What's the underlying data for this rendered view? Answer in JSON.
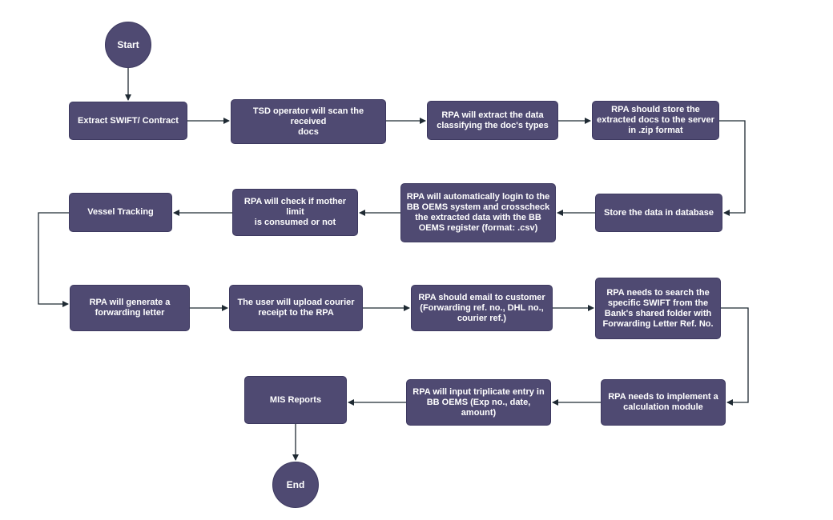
{
  "diagram": {
    "nodes": [
      {
        "id": "start",
        "label": "Start",
        "shape": "circle"
      },
      {
        "id": "extract",
        "label": "Extract SWIFT/ Contract",
        "shape": "rect"
      },
      {
        "id": "tsd",
        "label": "TSD operator will scan the received\ndocs",
        "shape": "rect"
      },
      {
        "id": "classify",
        "label": "RPA will extract the data\nclassifying the doc's types",
        "shape": "rect"
      },
      {
        "id": "store_zip",
        "label": "RPA should store the\nextracted docs to the server\nin .zip format",
        "shape": "rect"
      },
      {
        "id": "store_db",
        "label": "Store the data in database",
        "shape": "rect"
      },
      {
        "id": "login",
        "label": "RPA will automatically login to the\nBB OEMS system and crosscheck\nthe extracted data with the BB\nOEMS register (format: .csv)",
        "shape": "rect"
      },
      {
        "id": "mother",
        "label": "RPA will check if mother limit\nis consumed or not",
        "shape": "rect"
      },
      {
        "id": "vessel",
        "label": "Vessel Tracking",
        "shape": "rect"
      },
      {
        "id": "fwd_letter",
        "label": "RPA will generate a\nforwarding letter",
        "shape": "rect"
      },
      {
        "id": "courier",
        "label": "The user will upload courier\nreceipt to the RPA",
        "shape": "rect"
      },
      {
        "id": "email",
        "label": "RPA should email to customer\n(Forwarding ref. no., DHL no.,\ncourier ref.)",
        "shape": "rect"
      },
      {
        "id": "search",
        "label": "RPA needs to search the\nspecific SWIFT from the\nBank's shared folder with\nForwarding Letter Ref. No.",
        "shape": "rect"
      },
      {
        "id": "calc",
        "label": "RPA needs to implement a\ncalculation module",
        "shape": "rect"
      },
      {
        "id": "triplicate",
        "label": "RPA will input triplicate entry in\nBB OEMS (Exp no., date,\namount)",
        "shape": "rect"
      },
      {
        "id": "mis",
        "label": "MIS Reports",
        "shape": "rect"
      },
      {
        "id": "end",
        "label": "End",
        "shape": "circle"
      }
    ],
    "edges": [
      {
        "from": "start",
        "to": "extract"
      },
      {
        "from": "extract",
        "to": "tsd"
      },
      {
        "from": "tsd",
        "to": "classify"
      },
      {
        "from": "classify",
        "to": "store_zip"
      },
      {
        "from": "store_zip",
        "to": "store_db"
      },
      {
        "from": "store_db",
        "to": "login"
      },
      {
        "from": "login",
        "to": "mother"
      },
      {
        "from": "mother",
        "to": "vessel"
      },
      {
        "from": "vessel",
        "to": "fwd_letter"
      },
      {
        "from": "fwd_letter",
        "to": "courier"
      },
      {
        "from": "courier",
        "to": "email"
      },
      {
        "from": "email",
        "to": "search"
      },
      {
        "from": "search",
        "to": "calc"
      },
      {
        "from": "calc",
        "to": "triplicate"
      },
      {
        "from": "triplicate",
        "to": "mis"
      },
      {
        "from": "mis",
        "to": "end"
      }
    ],
    "colors": {
      "node_fill": "#4f4a72",
      "node_text": "#ffffff",
      "edge": "#1f2a33"
    }
  }
}
